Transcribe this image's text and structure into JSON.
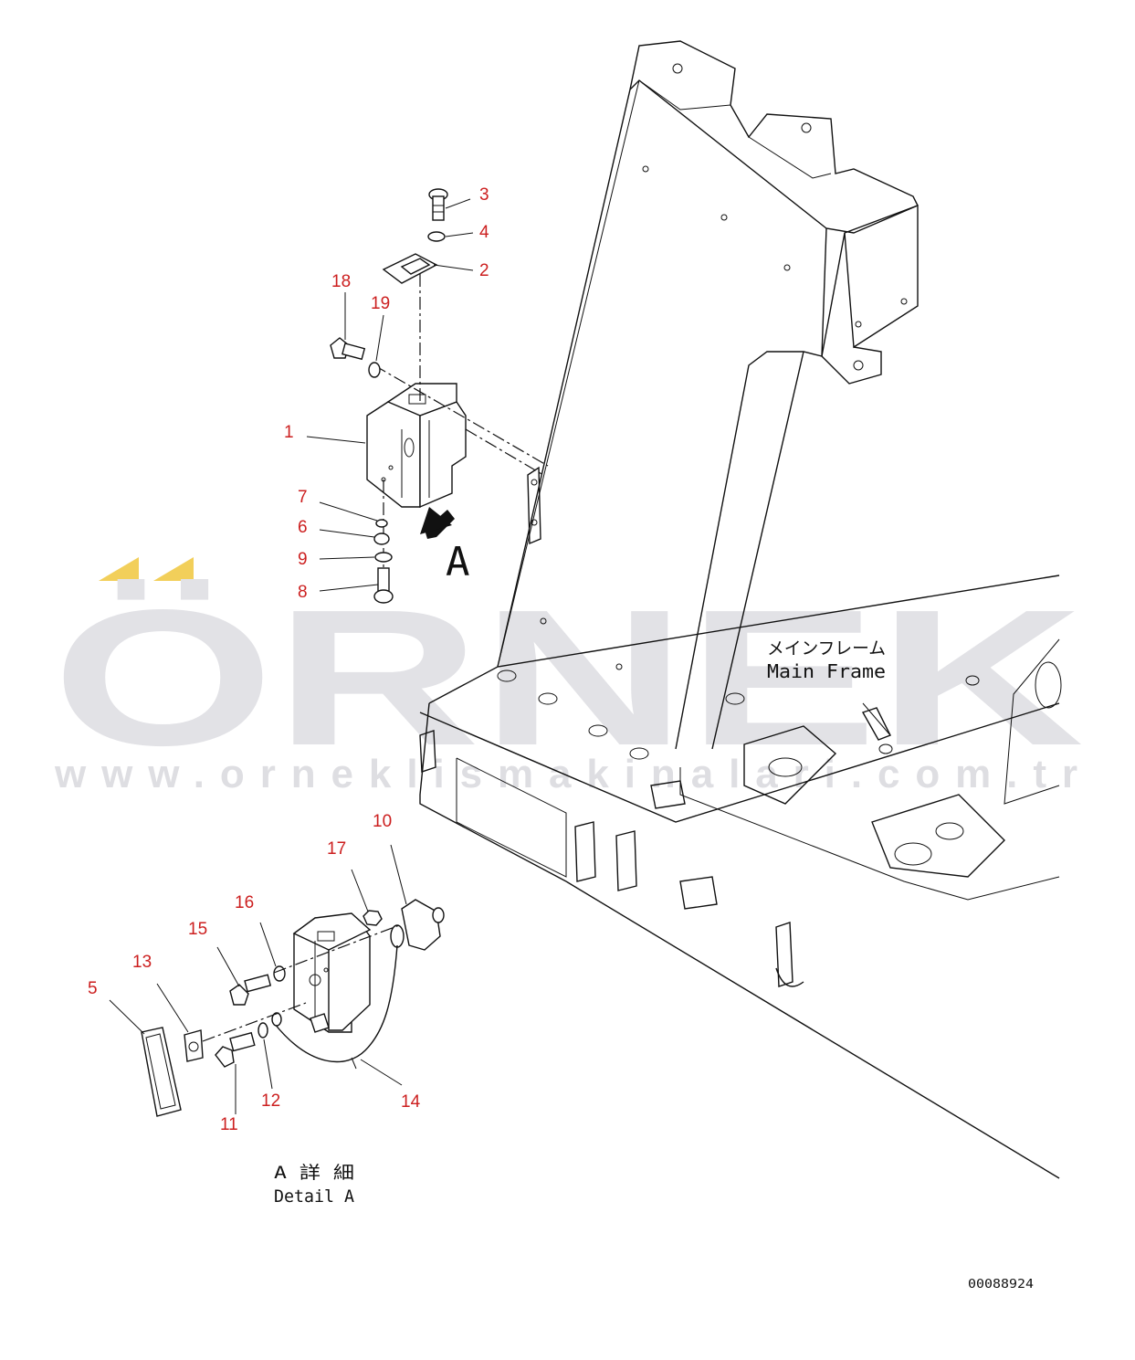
{
  "watermark": {
    "brand": "ÖRNEK",
    "url": "www.orneklismakinalari.com.tr",
    "accent_color": "#f2cf5a"
  },
  "labels": {
    "main_frame_jp": "メインフレーム",
    "main_frame_en": "Main Frame",
    "detail_jp": "A 詳 細",
    "detail_en": "Detail A",
    "view_arrow": "A",
    "drawing_number": "00088924"
  },
  "callouts": [
    "1",
    "2",
    "3",
    "4",
    "5",
    "6",
    "7",
    "8",
    "9",
    "10",
    "11",
    "12",
    "13",
    "14",
    "15",
    "16",
    "17",
    "18",
    "19"
  ],
  "colors": {
    "callout": "#cc1f1f",
    "linework": "#111111"
  }
}
